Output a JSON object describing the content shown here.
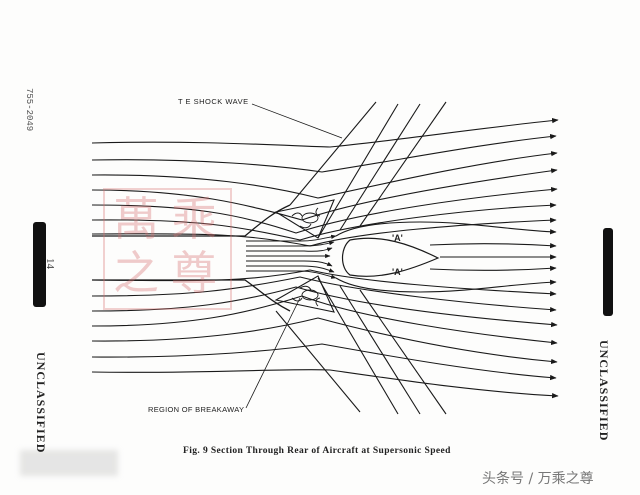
{
  "figure": {
    "caption": "Fig. 9 Section Through Rear of Aircraft at Supersonic Speed",
    "labels": {
      "shock_wave": "T E SHOCK WAVE",
      "breakaway": "REGION OF BREAKAWAY",
      "upper_region": "'A'",
      "lower_region": "'A'"
    }
  },
  "margin": {
    "doc_number": "755-2049",
    "page_number": "14",
    "stamp_left": "UNCLASSIFIED",
    "stamp_right": "UNCLASSIFIED"
  },
  "seal": {
    "chars": [
      "萬",
      "乘",
      "之",
      "尊"
    ]
  },
  "watermark": "头条号 / 万乘之尊",
  "colors": {
    "ink": "#1a1a1a",
    "seal": "#d66e6e",
    "paper": "#fdfdfc"
  }
}
